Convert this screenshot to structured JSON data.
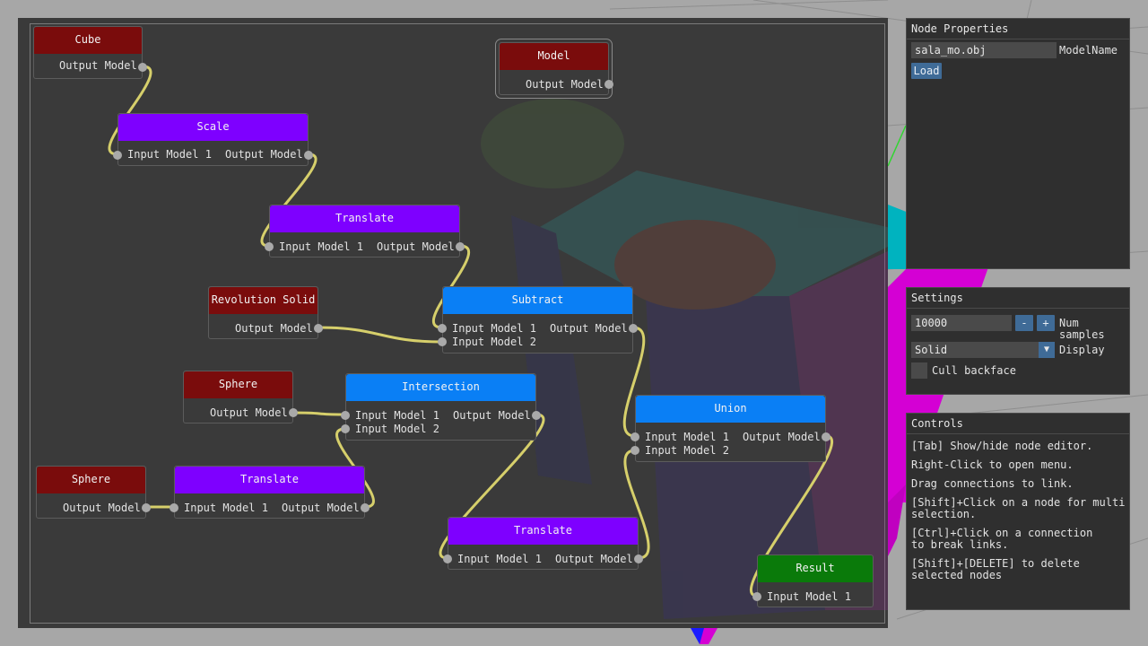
{
  "colors": {
    "generator": "#7a0c0c",
    "transform": "#7e00ff",
    "boolean": "#0a7ff5",
    "output": "#0a7a0a",
    "wire": "#d6cf6b",
    "pin": "#a9a9a9"
  },
  "nodes": {
    "cube": {
      "title": "Cube",
      "out": "Output Model"
    },
    "model": {
      "title": "Model",
      "out": "Output Model"
    },
    "scale": {
      "title": "Scale",
      "in1": "Input Model 1",
      "out": "Output Model"
    },
    "translate1": {
      "title": "Translate",
      "in1": "Input Model 1",
      "out": "Output Model"
    },
    "revolution": {
      "title": "Revolution Solid",
      "out": "Output Model"
    },
    "subtract": {
      "title": "Subtract",
      "in1": "Input Model 1",
      "in2": "Input Model 2",
      "out": "Output Model"
    },
    "sphere1": {
      "title": "Sphere",
      "out": "Output Model"
    },
    "intersection": {
      "title": "Intersection",
      "in1": "Input Model 1",
      "in2": "Input Model 2",
      "out": "Output Model"
    },
    "union": {
      "title": "Union",
      "in1": "Input Model 1",
      "in2": "Input Model 2",
      "out": "Output Model"
    },
    "sphere2": {
      "title": "Sphere",
      "out": "Output Model"
    },
    "translate2": {
      "title": "Translate",
      "in1": "Input Model 1",
      "out": "Output Model"
    },
    "translate3": {
      "title": "Translate",
      "in1": "Input Model 1",
      "out": "Output Model"
    },
    "result": {
      "title": "Result",
      "in1": "Input Model 1"
    }
  },
  "node_properties": {
    "title": "Node Properties",
    "model_name_value": "sala_mo.obj",
    "model_name_label": "ModelName",
    "load_label": "Load"
  },
  "settings": {
    "title": "Settings",
    "num_samples_value": "10000",
    "minus_label": "-",
    "plus_label": "+",
    "num_samples_label_1": "Num",
    "num_samples_label_2": "samples",
    "display_value": "Solid",
    "display_label": "Display",
    "cull_label": "Cull backface"
  },
  "controls": {
    "title": "Controls",
    "lines": [
      "[Tab] Show/hide node editor.",
      "Right-Click to open menu.",
      "Drag connections to link.",
      "[Shift]+Click on a node for multi",
      "selection.",
      "[Ctrl]+Click on a connection",
      "to break links.",
      "[Shift]+[DELETE] to delete",
      "selected nodes"
    ]
  }
}
